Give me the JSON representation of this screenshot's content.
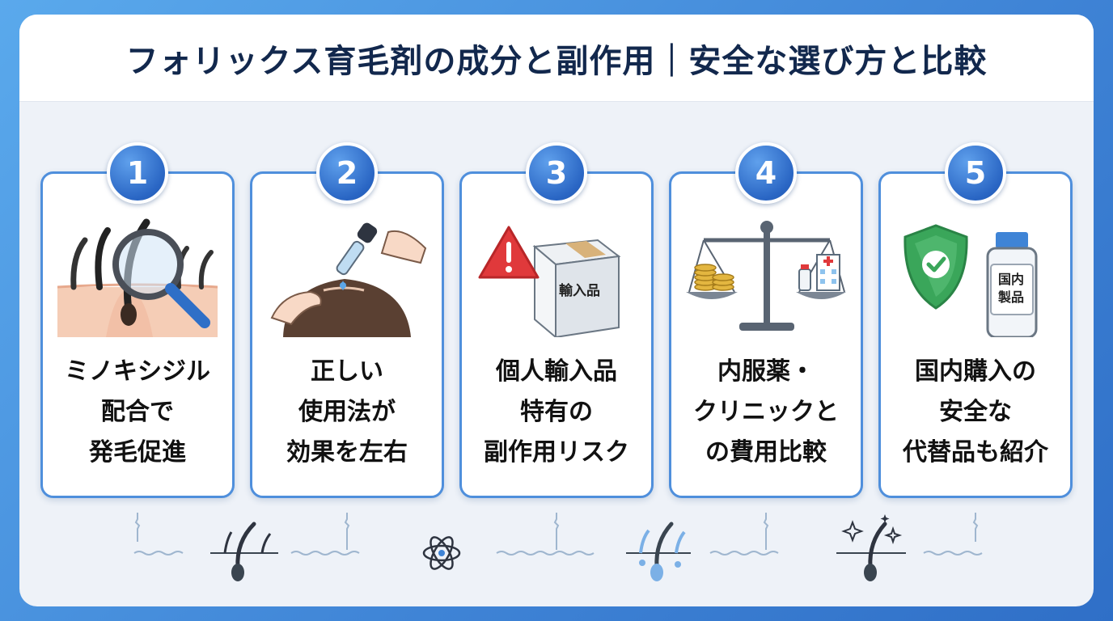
{
  "title": "フォリックス育毛剤の成分と副作用｜安全な選び方と比較",
  "cards": [
    {
      "number": "1",
      "lines": [
        "ミノキシジル",
        "配合で",
        "発毛促進"
      ],
      "icon": "hair-magnifier-icon"
    },
    {
      "number": "2",
      "lines": [
        "正しい",
        "使用法が",
        "効果を左右"
      ],
      "icon": "dropper-scalp-icon"
    },
    {
      "number": "3",
      "lines": [
        "個人輸入品",
        "特有の",
        "副作用リスク"
      ],
      "icon": "warning-package-icon",
      "box_label": "輸入品"
    },
    {
      "number": "4",
      "lines": [
        "内服薬・",
        "クリニックと",
        "の費用比較"
      ],
      "icon": "balance-scale-icon"
    },
    {
      "number": "5",
      "lines": [
        "国内購入の",
        "安全な",
        "代替品も紹介"
      ],
      "icon": "shield-bottle-icon",
      "bottle_label": [
        "国内",
        "製品"
      ]
    }
  ],
  "colors": {
    "accent": "#2a66c4",
    "title": "#12284d",
    "warning": "#e0393b",
    "shield": "#3aa65a"
  }
}
